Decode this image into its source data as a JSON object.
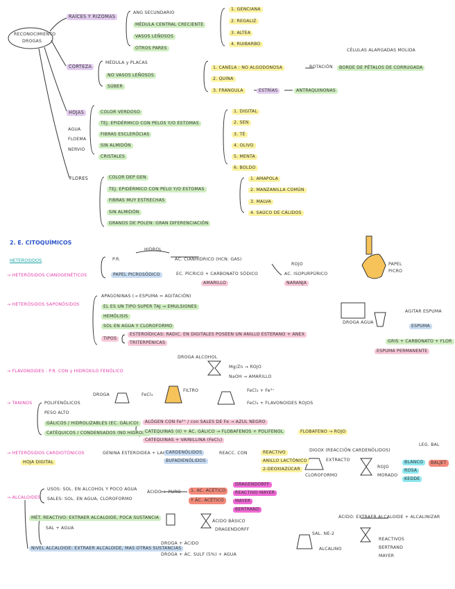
{
  "root": {
    "title_line1": "RECONOCIMIENTO",
    "title_line2": "DROGAS"
  },
  "branches": {
    "raices": {
      "label": "RAÍCES Y RIZOMAS",
      "items": [
        "ANG SECUNDARIO",
        "MÉDULA CENTRAL CRECIENTE",
        "VASOS LEÑOSOS",
        "OTROS PARES"
      ],
      "examples": [
        "1. GENCIANA",
        "2. REGALIZ",
        "3. ALTEA",
        "4. RUIBARBO"
      ]
    },
    "corteza": {
      "label": "CORTEZA",
      "items": [
        "MÉDULA y PLACAS",
        "NO VASOS LEÑOSOS",
        "SÚBER"
      ],
      "note_top": "CÉLULAS ALARGADAS MOLIDA",
      "ex1_a": "1. CANELA : NO ALGODONOSA",
      "ex1_b": "ROTACIÓN",
      "ex1_c": "BORDE DE PÉTALOS DE CORRUGADA",
      "ex2": "2. QUINA",
      "ex3_a": "3. FRÁNGULA",
      "ex3_b": "ESTRÍAS",
      "ex3_c": "ANTRAQUINONAS"
    },
    "hojas": {
      "label": "HOJAS",
      "side": [
        "AGUA",
        "FLOEMA",
        "NERVIO"
      ],
      "items": [
        "COLOR VERDOSO",
        "TEJ. EPIDÉRMICO CON PELOS Y/O ESTOMAS",
        "FIBRAS ESCLERÓCIAS",
        "SIN ALMIDÓN",
        "CRISTALES"
      ],
      "examples": [
        "1. DIGITAL",
        "2. SEN",
        "3. TÉ",
        "4. OLIVO",
        "5. MENTA",
        "6. BOLDO"
      ]
    },
    "flores": {
      "label": "FLORES",
      "items": [
        "COLOR DEP GEN",
        "TEJ. EPIDÉRMICO CON PELO Y/O ESTOMAS",
        "FIBRAS MUY ESTRECHAS",
        "SIN ALMIDÓN",
        "GRANOS DE POLEN: GRAN DIFERENCIACIÓN"
      ],
      "examples": [
        "1. AMAPOLA",
        "2. MANZANILLA COMÚN",
        "3. MALVA",
        "4. SAÚCO DE CÁLIDOS"
      ]
    }
  },
  "section2": {
    "title": "2. E. CITOQUÍMICOS",
    "subtitle": "HETEROSIDOS",
    "cardio": {
      "label": "→ HETERÓSIDOS CIANOGENÉTICOS",
      "line1_a": "P.R.",
      "line1_b": "HIDROL",
      "line1_c": "AC. CIANHÍDRICO (HCN: GAS)",
      "line2_a": "PAPEL PICROSÓDICO",
      "line2_b": "EC. PÍCRICO + CARBONATO SÓDICO",
      "line2_c": "AMARILLO",
      "line2_d": "AC. ISOPURPÚRICO",
      "line2_e": "NARANJA",
      "line2_f": "ROJO",
      "right": [
        "PAPEL",
        "PICRO"
      ]
    },
    "saponinas": {
      "label": "→ HETERÓSIDOS SAPONÓSIDOS",
      "items": [
        "APAGONINAS (→ ESPUMA = AGITACIÓN)",
        "EL ES UN TIPO SUPER TAJ → EMULSIONES",
        "HEMÓLISIS",
        "SOL EN AGUA Y CLOROFORMO"
      ],
      "tipos": "TIPOS",
      "tipos_a": "ESTEROÍDICAS: RADIC. EN DIGITALES POSEEN UN ANILLO ESTERANO + ANEX",
      "tipos_b": "TRITERPÉNICAS",
      "right": [
        "DROGA AGUA",
        "AGITAR ESPUMA",
        "ESPUMA",
        "GRIS + CARBONATO + FLOR",
        "ESPUMA PERMANENTE"
      ]
    },
    "flavonoides": {
      "label": "→ FLAVONOIDES : P.R. CON γ HIDROXILO FENÓLICO",
      "right": [
        "DROGA ALCOHOL",
        "Mg/Zn → ROJO",
        "NaOH → AMARILLO"
      ]
    },
    "taninos": {
      "label": "→ TANINOS",
      "items": [
        "POLIFENÓLICOS",
        "PESO ALTO",
        "GÁLICOS / HIDROLIZABLES (EC. GÁLICO)",
        "CATÉQUICOS / CONDENSADOS (NO HIDROL.)"
      ],
      "gal_desc": "ALÓGEN CON Fe³⁺ / con SALES DE Fe → AZUL NEGRO",
      "cat_desc": "CATEQUINAS (II) + ÁC. GÁLICO → FLOBAFENOS + POLIFENOL",
      "cat_desc2": "FLOBAFENO → ROJO",
      "cat_desc3": "CATEQUINAS + VAINILLINA (FeCl₃)",
      "right": [
        "DROGA",
        "FeCl₃",
        "FILTRO",
        "FeCl₃ + Fe³⁺",
        "FeCl₃ + FLAVONOIDES ROJOS"
      ]
    },
    "cardiotonicos": {
      "label": "→ HETERÓSIDOS CARDIOTÓNICOS",
      "sub": "HOJA DIGITAL",
      "mid": "GENINA ESTEROIDEA + LACTONA",
      "sub2a": "CARDENÓLIDOS",
      "sub2b": "BUFADIENÓLIDOS",
      "reac": "REACC. CON",
      "reac_items": [
        "REACTIVO",
        "ANILLO LACTÓNICO",
        "2-DEOXIAZÚCAR"
      ],
      "test": "DIGOX (REACCIÓN CARDENÓLIDOS)",
      "right": [
        "EXTRACTO",
        "CLOROFORMO",
        "ROJO",
        "MORADO"
      ],
      "right2": [
        "LEG. BAL",
        "BLANCO",
        "ROSA",
        "KEDDE",
        "BALJET"
      ]
    },
    "alcaloides": {
      "label": "→ ALCALOIDES",
      "box1": [
        "USOS: SOL. EN ALCOHOL Y POCO AGUA",
        "SALES: SOL. EN AGUA, CLOROFORMO",
        "ÁCIDO + PURO"
      ],
      "red": [
        "1. ÁC. ACÉTICO",
        "Y ÁC. ACÉTICO"
      ],
      "mag": [
        "DRAGENDORFF",
        "REACTIVO MAYER",
        "MAYER",
        "BERTRAND"
      ],
      "bot1": "MÉT. REACTIVO: EXTRAER ALCALOIDE, POCA SUSTANCIA",
      "bot2": "SAL + AGUA",
      "bot3": "NIVEL ALCALOIDE: EXTRAER ALCALOIDE, MAS OTRAS SUSTANCIAS",
      "bot4": "DROGA + ÁCIDO",
      "bot5": "DROGA + ÁC. SULF (5%) + AGUA",
      "right": [
        "ÁCIDO: EXTRAER ALCALOIDE + ALCALINIZAR",
        "SAL. NE-2",
        "ÁCIDO BÁSICO",
        "ALCALINO",
        "DRAGENDORFF",
        "REACTIVOS",
        "BERTRAND",
        "MAYER"
      ]
    }
  }
}
